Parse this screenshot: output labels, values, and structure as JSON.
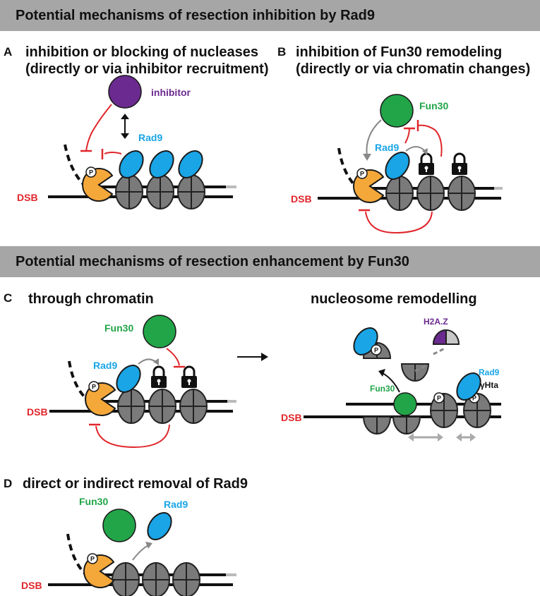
{
  "banner_top": "Potential mechanisms of resection inhibition by Rad9",
  "banner_mid": "Potential mechanisms of resection enhancement by Fun30",
  "panels": {
    "A": {
      "letter": "A",
      "title_line1": "inhibition or blocking of nucleases",
      "title_line2": "(directly or via inhibitor recruitment)"
    },
    "B": {
      "letter": "B",
      "title_line1": "inhibition of Fun30 remodeling",
      "title_line2": "(directly or via chromatin changes)"
    },
    "C": {
      "letter": "C",
      "title": "through chromatin",
      "right_title": "nucleosome remodelling"
    },
    "D": {
      "letter": "D",
      "title": "direct or indirect removal of Rad9"
    }
  },
  "labels": {
    "inhibitor": "inhibitor",
    "rad9": "Rad9",
    "fun30": "Fun30",
    "dsb": "DSB",
    "h2az": "H2A.Z",
    "ghta": "γHta",
    "p": "P"
  },
  "colors": {
    "inhibitor": "#6b2a8f",
    "fun30": "#22a548",
    "rad9": "#19a5e6",
    "nuclease": "#f5a83a",
    "nucleosome": "#7a7a7a",
    "dsb": "#e0262b",
    "inhibition_arrow": "#e0262b",
    "banner": "#a6a6a6"
  }
}
